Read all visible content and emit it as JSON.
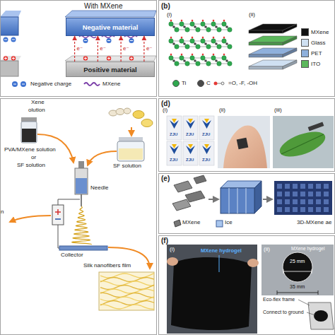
{
  "diagram": {
    "nodes": [
      {
        "text": [
          "With MXene"
        ]
      },
      {
        "text": [
          "Negative material"
        ],
        "in": 0
      },
      {
        "text": [
          "Positive material"
        ],
        "in": 0
      },
      {
        "text": [
          "(b)"
        ]
      },
      {
        "text": [
          "(d)"
        ]
      },
      {
        "text": [
          "(e)"
        ]
      },
      {
        "text": [
          "(f)"
        ]
      }
    ],
    "edges": [
      {
        "from": 2,
        "to": 1,
        "label": "e⁻",
        "arrow": "to"
      },
      {
        "from": 2,
        "to": 1,
        "label": "e⁻",
        "arrow": "to"
      },
      {
        "from": 2,
        "to": 1,
        "label": "e⁻",
        "arrow": "to"
      },
      {
        "from": 2,
        "to": 1,
        "label": "e⁻",
        "arrow": "to"
      }
    ],
    "labels": [
      "(i)",
      "(ii)",
      "Xene",
      "olution",
      "PVA/MXene solution",
      "or",
      "SF solution",
      "Needle",
      "Collector",
      "SF solution",
      "Silk nanofibers film",
      "n",
      "(i)",
      "ZJU",
      "ZJU",
      "ZJU",
      "ZJU",
      "ZJU",
      "ZJU",
      "(ii)",
      "(iii)",
      "MXene",
      "Ice",
      "3D-MXene ae",
      "(i)",
      "MXene hydrogel",
      "(ii)",
      "MXene hydrogel",
      "25 mm",
      "35 mm",
      "Eco-flex frame",
      "Connect to ground"
    ],
    "legend": [
      {
        "text": "Negative charge"
      },
      {
        "text": "MXene"
      },
      {
        "text": "Ti",
        "color": "#2fa84f"
      },
      {
        "text": "C",
        "color": "#4a4a4a"
      },
      {
        "text": "=O, -F, -OH"
      },
      {
        "text": "MXene",
        "color": "#111111"
      },
      {
        "text": "Glass",
        "color": "#cfe0f2"
      },
      {
        "text": "PET",
        "color": "#8fb0dc"
      },
      {
        "text": "ITO",
        "color": "#5cb85c"
      }
    ]
  }
}
